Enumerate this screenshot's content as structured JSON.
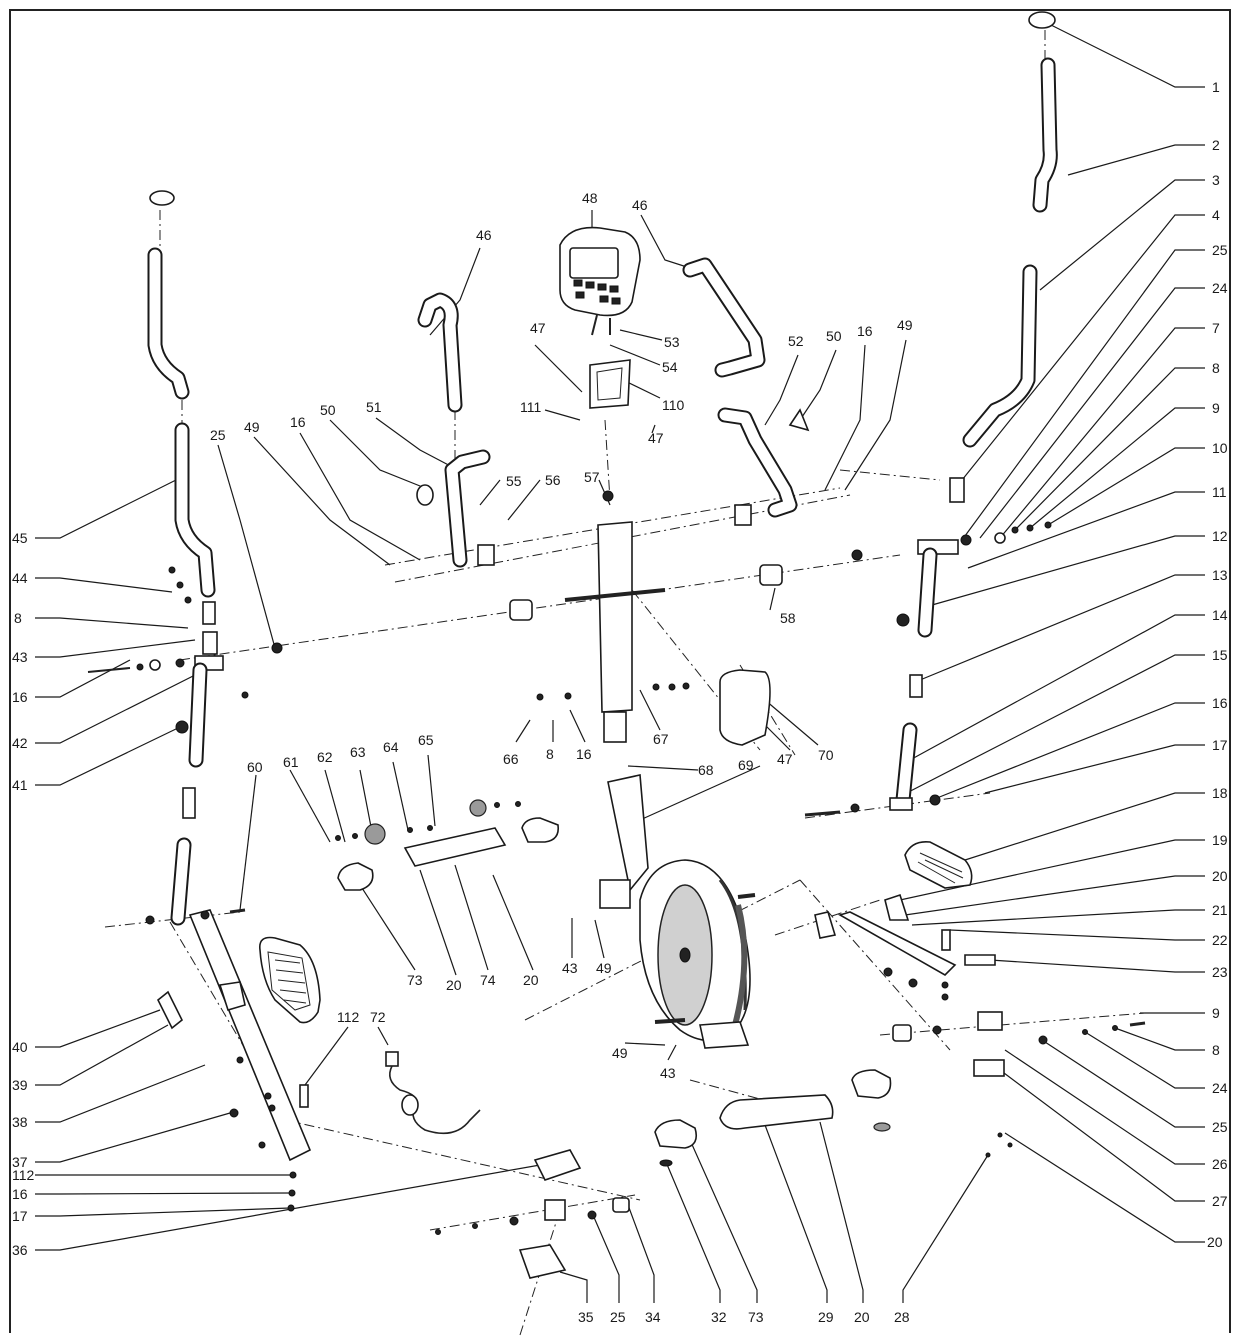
{
  "diagram": {
    "border_color": "#222222",
    "callouts": [
      {
        "id": "c1",
        "label": "1"
      },
      {
        "id": "c2",
        "label": "2"
      },
      {
        "id": "c3",
        "label": "3"
      },
      {
        "id": "c4",
        "label": "4"
      },
      {
        "id": "c25a",
        "label": "25"
      },
      {
        "id": "c24a",
        "label": "24"
      },
      {
        "id": "c7",
        "label": "7"
      },
      {
        "id": "c8a",
        "label": "8"
      },
      {
        "id": "c9a",
        "label": "9"
      },
      {
        "id": "c10",
        "label": "10"
      },
      {
        "id": "c11",
        "label": "11"
      },
      {
        "id": "c12",
        "label": "12"
      },
      {
        "id": "c13",
        "label": "13"
      },
      {
        "id": "c14",
        "label": "14"
      },
      {
        "id": "c15",
        "label": "15"
      },
      {
        "id": "c16r",
        "label": "16"
      },
      {
        "id": "c17r",
        "label": "17"
      },
      {
        "id": "c18",
        "label": "18"
      },
      {
        "id": "c19",
        "label": "19"
      },
      {
        "id": "c20r1",
        "label": "20"
      },
      {
        "id": "c21",
        "label": "21"
      },
      {
        "id": "c22",
        "label": "22"
      },
      {
        "id": "c23",
        "label": "23"
      },
      {
        "id": "c9b",
        "label": "9"
      },
      {
        "id": "c8b",
        "label": "8"
      },
      {
        "id": "c24b",
        "label": "24"
      },
      {
        "id": "c25b",
        "label": "25"
      },
      {
        "id": "c26",
        "label": "26"
      },
      {
        "id": "c27",
        "label": "27"
      },
      {
        "id": "c20r2",
        "label": "20"
      },
      {
        "id": "c45",
        "label": "45"
      },
      {
        "id": "c44",
        "label": "44"
      },
      {
        "id": "c8l",
        "label": "8"
      },
      {
        "id": "c43l",
        "label": "43"
      },
      {
        "id": "c16l",
        "label": "16"
      },
      {
        "id": "c42",
        "label": "42"
      },
      {
        "id": "c41",
        "label": "41"
      },
      {
        "id": "c40",
        "label": "40"
      },
      {
        "id": "c39",
        "label": "39"
      },
      {
        "id": "c38",
        "label": "38"
      },
      {
        "id": "c37",
        "label": "37"
      },
      {
        "id": "c112l",
        "label": "112"
      },
      {
        "id": "c16l2",
        "label": "16"
      },
      {
        "id": "c17l",
        "label": "17"
      },
      {
        "id": "c36",
        "label": "36"
      },
      {
        "id": "c35",
        "label": "35"
      },
      {
        "id": "c25c",
        "label": "25"
      },
      {
        "id": "c34",
        "label": "34"
      },
      {
        "id": "c32",
        "label": "32"
      },
      {
        "id": "c73b",
        "label": "73"
      },
      {
        "id": "c29",
        "label": "29"
      },
      {
        "id": "c20b",
        "label": "20"
      },
      {
        "id": "c28",
        "label": "28"
      },
      {
        "id": "c48",
        "label": "48"
      },
      {
        "id": "c46l",
        "label": "46"
      },
      {
        "id": "c46r",
        "label": "46"
      },
      {
        "id": "c53",
        "label": "53"
      },
      {
        "id": "c54",
        "label": "54"
      },
      {
        "id": "c47a",
        "label": "47"
      },
      {
        "id": "c110",
        "label": "110"
      },
      {
        "id": "c111",
        "label": "111"
      },
      {
        "id": "c47b",
        "label": "47"
      },
      {
        "id": "c52",
        "label": "52"
      },
      {
        "id": "c50r",
        "label": "50"
      },
      {
        "id": "c16m",
        "label": "16"
      },
      {
        "id": "c49r",
        "label": "49"
      },
      {
        "id": "c25m",
        "label": "25"
      },
      {
        "id": "c49l",
        "label": "49"
      },
      {
        "id": "c16ml",
        "label": "16"
      },
      {
        "id": "c50l",
        "label": "50"
      },
      {
        "id": "c51",
        "label": "51"
      },
      {
        "id": "c55",
        "label": "55"
      },
      {
        "id": "c56",
        "label": "56"
      },
      {
        "id": "c57",
        "label": "57"
      },
      {
        "id": "c58",
        "label": "58"
      },
      {
        "id": "c66",
        "label": "66"
      },
      {
        "id": "c8m",
        "label": "8"
      },
      {
        "id": "c16mm",
        "label": "16"
      },
      {
        "id": "c67",
        "label": "67"
      },
      {
        "id": "c47c",
        "label": "47"
      },
      {
        "id": "c70",
        "label": "70"
      },
      {
        "id": "c60",
        "label": "60"
      },
      {
        "id": "c61",
        "label": "61"
      },
      {
        "id": "c62",
        "label": "62"
      },
      {
        "id": "c63",
        "label": "63"
      },
      {
        "id": "c64",
        "label": "64"
      },
      {
        "id": "c65",
        "label": "65"
      },
      {
        "id": "c68",
        "label": "68"
      },
      {
        "id": "c69",
        "label": "69"
      },
      {
        "id": "c73a",
        "label": "73"
      },
      {
        "id": "c20a",
        "label": "20"
      },
      {
        "id": "c74",
        "label": "74"
      },
      {
        "id": "c20c",
        "label": "20"
      },
      {
        "id": "c43m",
        "label": "43"
      },
      {
        "id": "c49m",
        "label": "49"
      },
      {
        "id": "c49b",
        "label": "49"
      },
      {
        "id": "c43b",
        "label": "43"
      },
      {
        "id": "c72",
        "label": "72"
      },
      {
        "id": "c112m",
        "label": "112"
      }
    ]
  }
}
